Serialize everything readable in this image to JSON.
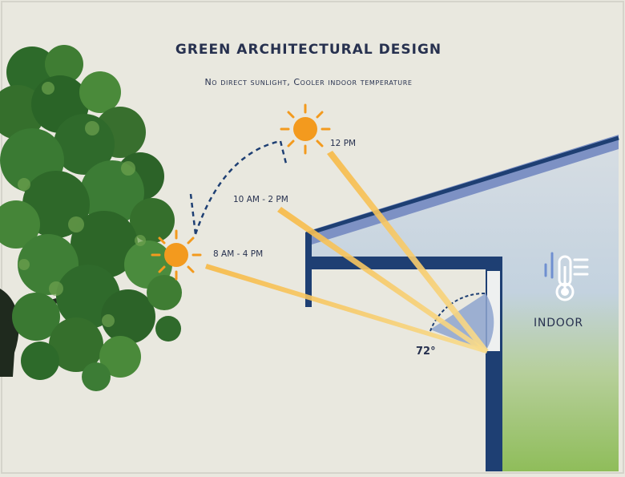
{
  "header": {
    "title": "GREEN ARCHITECTURAL DESIGN",
    "subtitle": "No direct sunlight, Cooler indoor temperature"
  },
  "sun_positions": [
    {
      "label": "12 PM"
    },
    {
      "label": "10 AM - 2 PM"
    },
    {
      "label": "8 AM - 4 PM"
    }
  ],
  "window_angle": "72°",
  "indoor": {
    "label": "INDOOR",
    "icon": "thermometer-icon"
  },
  "colors": {
    "background": "#e9e8df",
    "wall_navy": "#1e3f73",
    "roof_blue": "#7d91c4",
    "indoor_blue": "#c7d4e0",
    "indoor_green": "#8fbd5a",
    "sun_orange": "#f39a1e",
    "sun_ray": "#f4c95a",
    "tree_green": "#2f6e2b",
    "text_navy": "#27314f"
  }
}
